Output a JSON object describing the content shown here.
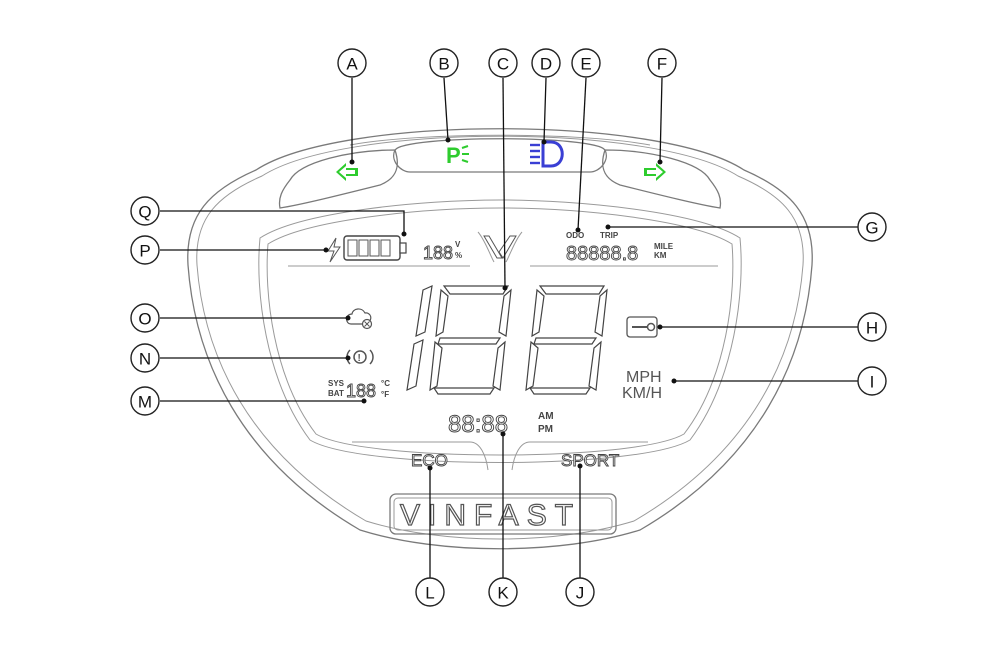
{
  "callouts": [
    "A",
    "B",
    "C",
    "D",
    "E",
    "F",
    "G",
    "H",
    "I",
    "J",
    "K",
    "L",
    "M",
    "N",
    "O",
    "P",
    "Q"
  ],
  "display": {
    "battery_digits": "188",
    "battery_unit_top": "V",
    "battery_unit_bottom": "%",
    "odo_label": "ODO",
    "trip_label": "TRIP",
    "odometer_digits": "88888.8",
    "distance_unit_top": "MILE",
    "distance_unit_bottom": "KM",
    "speed_unit_top": "MPH",
    "speed_unit_bottom": "KM/H",
    "clock_digits": "88:88",
    "clock_am": "AM",
    "clock_pm": "PM",
    "temp_label_top": "SYS",
    "temp_label_bottom": "BAT",
    "temp_digits": "188",
    "temp_unit_top": "°C",
    "temp_unit_bottom": "°F",
    "mode_left": "ECO",
    "mode_right": "SPORT",
    "brand": "VINFAST"
  },
  "colors": {
    "turn_signal": "#2ecc2e",
    "parking_light": "#2ecc2e",
    "high_beam": "#3a3fd4"
  },
  "icons": [
    "left-turn-arrow-icon",
    "parking-light-icon",
    "high-beam-icon",
    "right-turn-arrow-icon",
    "charging-bolt-icon",
    "battery-icon",
    "cloud-warning-icon",
    "brake-warning-icon",
    "wrench-icon",
    "brand-v-icon"
  ]
}
